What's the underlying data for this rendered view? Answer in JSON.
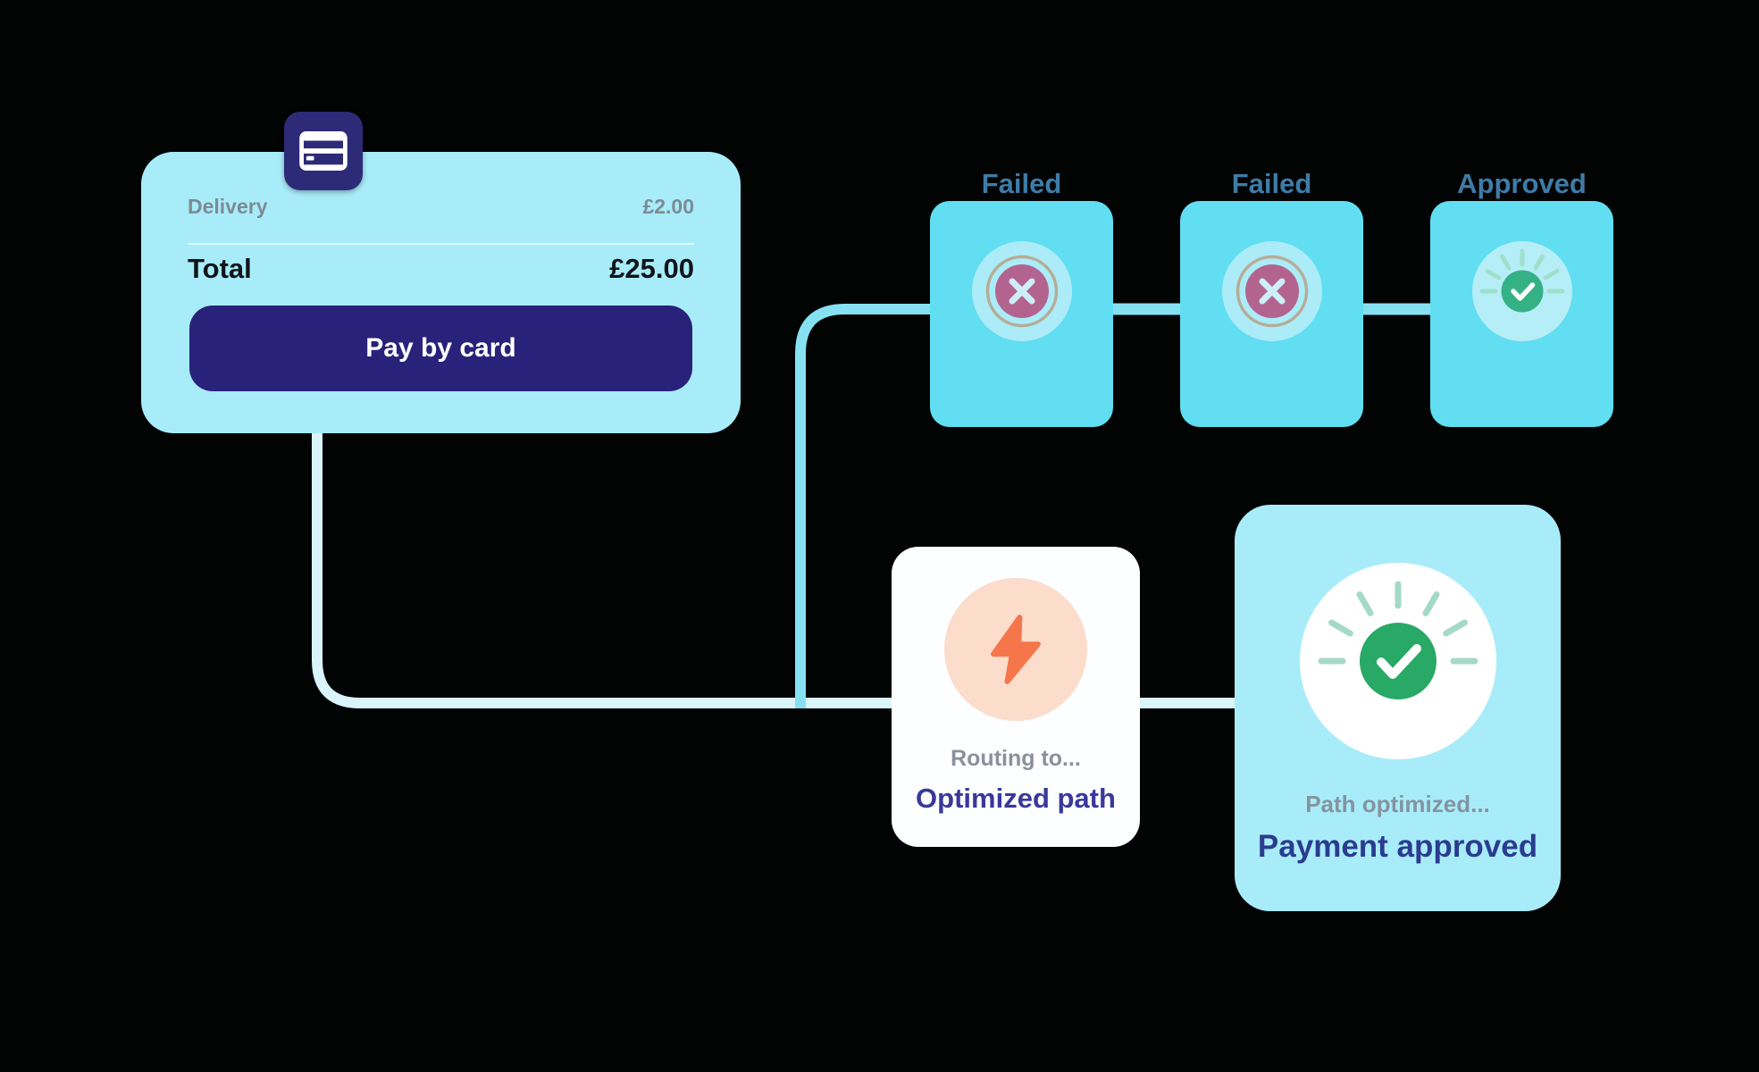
{
  "diagram_title": "payment-routing-flow",
  "checkout_card": {
    "delivery_label": "Delivery",
    "delivery_amount": "£2.00",
    "total_label": "Total",
    "total_amount": "£25.00",
    "pay_button_label": "Pay by card"
  },
  "attempts": [
    {
      "status": "Failed",
      "icon": "x-circle-icon"
    },
    {
      "status": "Failed",
      "icon": "x-circle-icon"
    },
    {
      "status": "Approved",
      "icon": "check-burst-icon"
    }
  ],
  "routing_card": {
    "subtitle": "Routing to...",
    "title": "Optimized path",
    "icon": "lightning-bolt-icon"
  },
  "result_card": {
    "subtitle": "Path optimized...",
    "title": "Payment approved",
    "icon": "check-burst-icon"
  },
  "icons": {
    "badge": "credit-card-icon"
  },
  "colors": {
    "background": "#020303",
    "card_light_cyan": "#a8ecf9",
    "card_cyan": "#61def1",
    "card_white": "#fdfeff",
    "button_indigo": "#29227a",
    "badge_indigo": "#2d2b78",
    "status_text_blue": "#3d7ca7",
    "title_indigo": "#39399a",
    "result_title_blue": "#2b3c90",
    "muted_gray": "#7d8b94",
    "failed_circle_mauve": "#b2648f",
    "failed_ring_beige": "#b6ad97",
    "approved_green_small": "#35b186",
    "approved_green_large": "#28a966",
    "ray_sage": "#a5d9c7",
    "bolt_orange": "#f5764a",
    "bolt_circle_peach": "#fcdccb",
    "connector_light": "#d9f5fb",
    "connector_cyan": "#85e1f2"
  }
}
